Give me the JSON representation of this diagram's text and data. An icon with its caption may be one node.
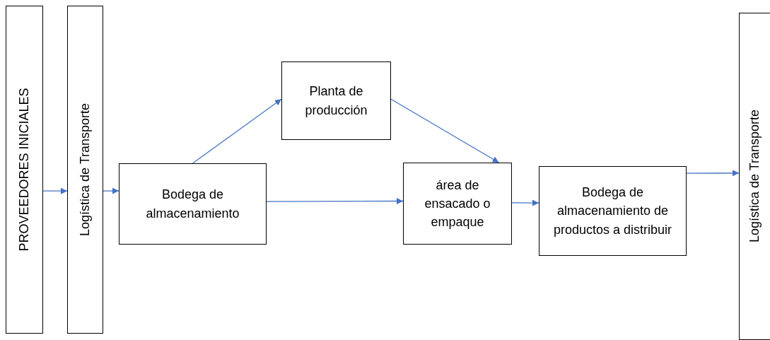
{
  "diagram": {
    "nodes": [
      {
        "text": [
          "PROVEEDORES  INICIALES"
        ]
      },
      {
        "text": [
          "Logística de Transporte"
        ]
      },
      {
        "text": [
          "Bodega de almacenamiento"
        ]
      },
      {
        "text": [
          "Planta de producción"
        ]
      },
      {
        "text": [
          "área de ensacado o empaque"
        ]
      },
      {
        "text": [
          "Bodega de almacenamiento de productos a distribuir"
        ]
      },
      {
        "text": [
          "Logística de Transporte"
        ]
      }
    ],
    "edges": [
      {
        "from": 0,
        "to": 1,
        "arrow": "to"
      },
      {
        "from": 1,
        "to": 2,
        "arrow": "to"
      },
      {
        "from": 2,
        "to": 3,
        "arrow": "to"
      },
      {
        "from": 2,
        "to": 4,
        "arrow": "to"
      },
      {
        "from": 3,
        "to": 4,
        "arrow": "to"
      },
      {
        "from": 4,
        "to": 5,
        "arrow": "to"
      },
      {
        "from": 5,
        "to": 6,
        "arrow": "to"
      }
    ]
  }
}
